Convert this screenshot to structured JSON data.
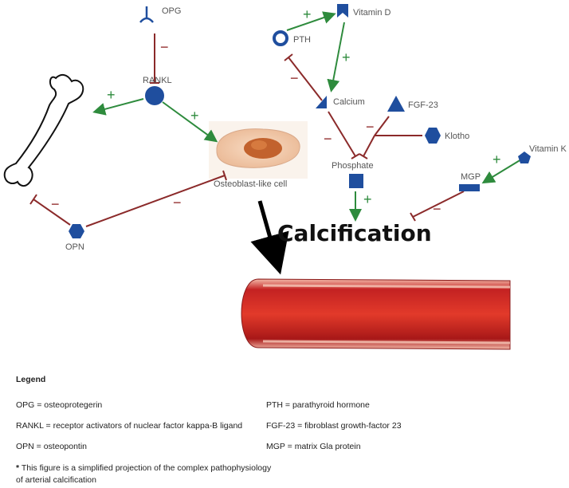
{
  "labels": {
    "opg": "OPG",
    "rankl": "RANKL",
    "opn": "OPN",
    "osteoblast": "Osteoblast-like cell",
    "pth": "PTH",
    "vitamin_d": "Vitamin D",
    "calcium": "Calcium",
    "fgf23": "FGF-23",
    "klotho": "Klotho",
    "phosphate": "Phosphate",
    "vitamin_k": "Vitamin K",
    "mgp": "MGP",
    "calcification": "Calcification"
  },
  "signs": {
    "plus": "+",
    "minus": "−"
  },
  "legend": {
    "title": "Legend",
    "left": [
      "OPG = osteoprotegerin",
      "RANKL = receptor activators of nuclear factor kappa-B ligand",
      "OPN = osteopontin"
    ],
    "right": [
      "PTH = parathyroid hormone",
      "FGF-23 = fibroblast growth-factor 23",
      "MGP = matrix Gla protein"
    ],
    "note_marker": "*",
    "note": "This figure is a simplified projection of the complex pathophysiology of arterial calcification"
  },
  "colors": {
    "node_blue": "#1f4e9e",
    "activation_green": "#2e8b3d",
    "inhibition_red": "#8b2a2a"
  }
}
